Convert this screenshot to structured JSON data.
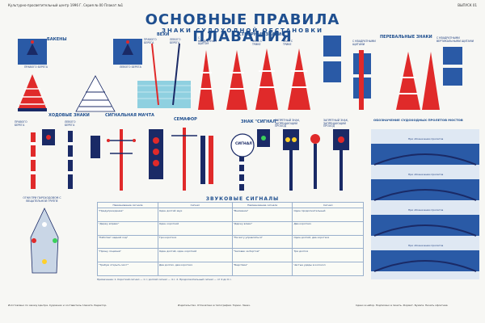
{
  "header": {
    "left_note": "Культурно-просветительный центр 1996 Г. Серия № 00 Плакат №1",
    "right_note": "ВЫПУСК 01"
  },
  "title": "ОСНОВНЫЕ ПРАВИЛА ПЛАВАНИЯ",
  "subtitle": "ЗНАКИ СУДОХОДНОЙ ОБСТАНОВКИ",
  "sections": {
    "buoys": "БАКЕНЫ",
    "spars": "ВЕХИ",
    "range_signs": "СТВОРНЫЕ ЗНАКИ",
    "crossing_signs": "ПЕРЕВАЛЬНЫЕ ЗНАКИ",
    "course_signs": "ХОДОВЫЕ ЗНАКИ",
    "signal_mast": "СИГНАЛЬНАЯ МАЧТА",
    "semaphore": "СЕМАФОР",
    "signal_sign": "ЗНАК \"СИГНАЛ\"",
    "bridge_marking": "ОБОЗНАЧЕНИЕ СУДОХОДНЫХ ПРОЛЕТОВ МОСТОВ",
    "sound_signals": "ЗВУКОВЫЕ СИГНАЛЫ"
  },
  "labels": {
    "right_bank_left": "ПРАВОГО БЕРЕГА",
    "left_bank_left": "ЛЕВОГО БЕРЕГА",
    "right_bank_spar": "ПРАВОГО БЕРЕГА",
    "left_bank_spar": "ЛЕВОГО БЕРЕГА",
    "with_shield": "С КВАДРАТНЫМ ЩИТОМ",
    "front_sign": "ЗНАК С ТРИКЕ",
    "rear_sign": "ЗНАК С ТРИКЕ",
    "with_two_shields": "С КВАДРАТНЫМИ ЩИТАМИ",
    "with_vertical_shields": "С КВАДРАТНЫМИ ВЕРТИКАЛЬНЫМИ ЩИТАМИ",
    "course_right": "ПРАВОГО БЕРЕГА",
    "course_left": "ЛЕВОГО БЕРЕГА",
    "warn_sign_1": "ЗАПРЕТНЫЙ ЗНАК, ЗАПРЕЩАЮЩИЙ ПРОХОД",
    "warn_sign_2": "ЗАПРЕТНЫЙ ЗНАК, ЗАПРЕЩАЮЩИЙ ПРОХОД",
    "lights_note": "ОГНИ ПРИ ПАРОХОДОВОМ С ВЕЩАТЕЛЬНОЙ ГРУППЕ",
    "signal_word": "СИГНАЛ",
    "bridge_1": "При обозначении пролетов",
    "bridge_2": "При обозначении пролетов",
    "bridge_3": "При обозначении пролетов",
    "bridge_4": "При обозначении пролетов"
  },
  "table": {
    "headers": [
      "Наименование сигнала",
      "Сигнал",
      "Наименование сигнала",
      "Сигнал"
    ],
    "rows": [
      [
        "\"Предупреждение\"",
        "Один долгий звук",
        "\"Внимание\"",
        "Один продолжительный"
      ],
      [
        "\"Держу вправо\"",
        "Один короткий",
        "\"Держу влево\"",
        "Два коротких"
      ],
      [
        "\"Работает задний ход\"",
        "Три коротких",
        "\"Не могу управляться\"",
        "Один долгий, два коротких"
      ],
      [
        "\"Прошу лоцмана\"",
        "Один долгий, один короткий",
        "\"Человек за бортом\"",
        "Три долгих"
      ],
      [
        "\"Требую открыть мост\"",
        "Два долгих, два коротких",
        "\"Бедствие\"",
        "Частые удары в колокол"
      ]
    ]
  },
  "footnote": "Примечание: 1. Короткий сигнал — 1 с; долгий сигнал — 4 с. 2. Продолжительный сигнал — от 4 до 6 с.",
  "footer": {
    "left": "Изготовлено по заказу Центра. Художник и составитель плаката. Редактор.",
    "center": "Издательство. Отпечатано в типографии. Тираж. Заказ.",
    "right": "Сдано в набор. Подписано в печать. Формат. Бумага. Печать офсетная."
  },
  "colors": {
    "brand": "#1f4f8f",
    "red": "#e02a2a",
    "navy": "#1a2a66",
    "panel": "#2a5aa6",
    "water": "#8fd0e0"
  }
}
